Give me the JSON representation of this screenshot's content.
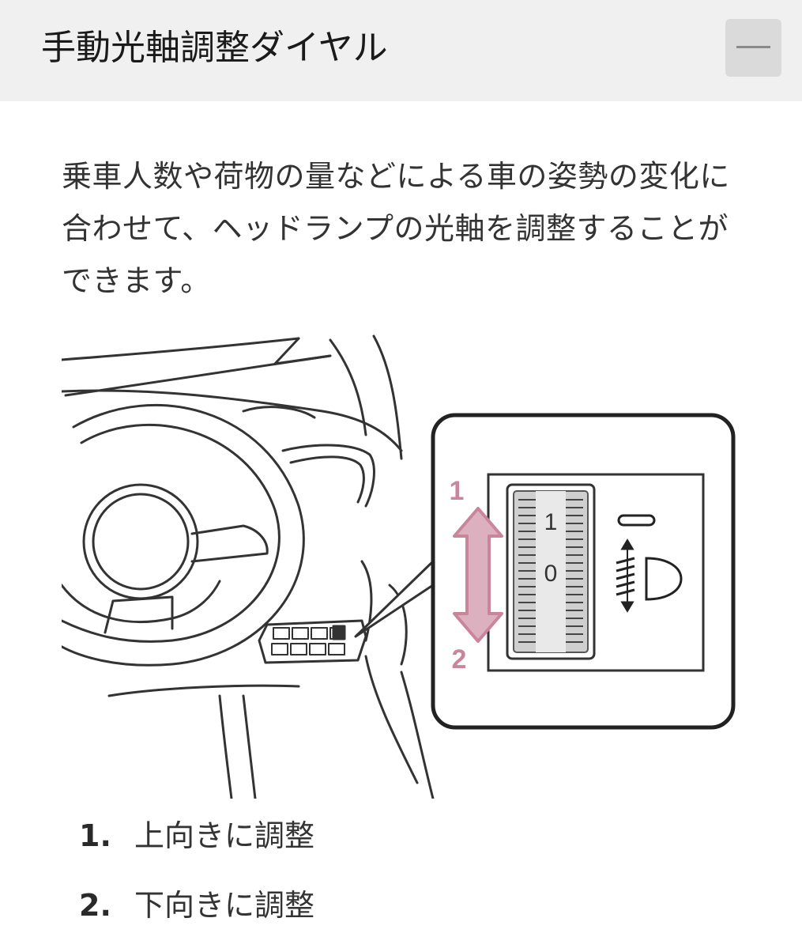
{
  "header": {
    "title": "手動光軸調整ダイヤル",
    "collapse_icon": "minus-icon"
  },
  "body": {
    "description": "乗車人数や荷物の量などによる車の姿勢の変化に合わせて、ヘッドランプの光軸を調整することができます。"
  },
  "illustration": {
    "label_up": "1",
    "label_down": "2",
    "dial_mark_top": "1",
    "dial_mark_bottom": "0",
    "accent_color": "#c9859a",
    "icons": [
      "steering-wheel",
      "headlamp-leveling-icon",
      "double-arrow-icon"
    ]
  },
  "steps": [
    {
      "number": "1.",
      "text": "上向きに調整"
    },
    {
      "number": "2.",
      "text": "下向きに調整"
    }
  ]
}
